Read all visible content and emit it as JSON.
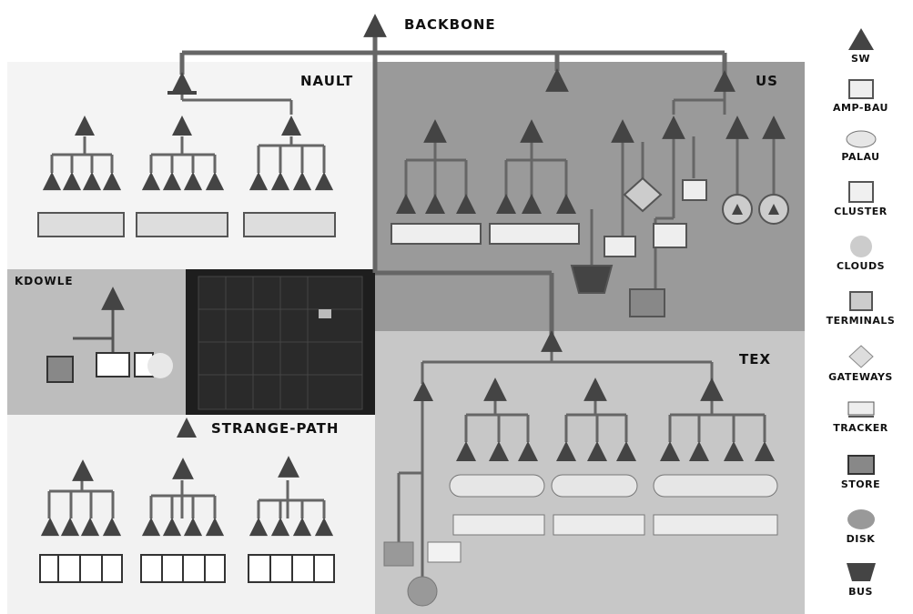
{
  "root": {
    "label": "BACKBONE"
  },
  "regions": {
    "nw": {
      "label": "NAULT"
    },
    "ne": {
      "label": "US"
    },
    "mid": {
      "label": "KDOWLE"
    },
    "sw": {
      "label": "STRANGE-PATH"
    },
    "se": {
      "label": "TEX"
    }
  },
  "legend": [
    {
      "icon": "router-icon",
      "label": "SW"
    },
    {
      "icon": "switch-box-icon",
      "label": "AMP-BAU"
    },
    {
      "icon": "ellipse-node-icon",
      "label": "PALAU"
    },
    {
      "icon": "cluster-box-icon",
      "label": "CLUSTER"
    },
    {
      "icon": "cloud-circle-icon",
      "label": "CLOUDS"
    },
    {
      "icon": "terminal-box-icon",
      "label": "TERMINALS"
    },
    {
      "icon": "diamond-icon",
      "label": "GATEWAYS"
    },
    {
      "icon": "tray-icon",
      "label": "TRACKER"
    },
    {
      "icon": "storage-box-icon",
      "label": "STORE"
    },
    {
      "icon": "disk-oval-icon",
      "label": "DISK"
    },
    {
      "icon": "bucket-icon",
      "label": "BUS"
    }
  ],
  "colors": {
    "router": "#444444",
    "line": "#666666",
    "region_nw": "#f4f4f4",
    "region_ne": "#9a9a9a",
    "region_mid": "#bdbdbd",
    "region_sw": "#f2f2f2",
    "region_se": "#c7c7c7",
    "photo": "#1e1e1e"
  }
}
